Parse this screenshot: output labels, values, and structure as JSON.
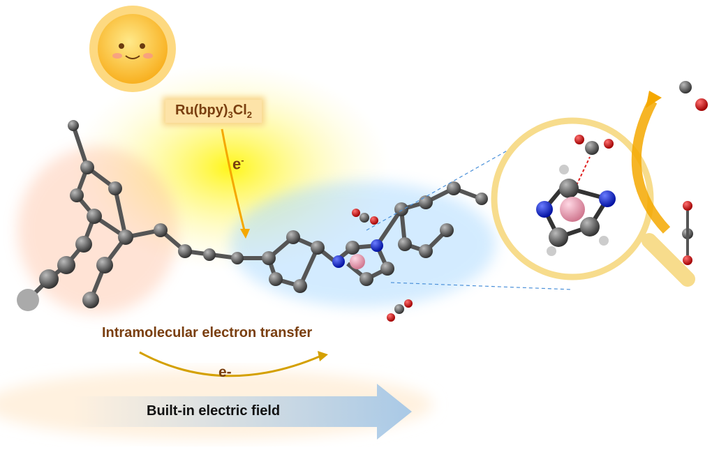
{
  "labels": {
    "catalyst_main": "Ru(bpy)",
    "catalyst_sub1": "3",
    "catalyst_mid": "Cl",
    "catalyst_sub2": "2",
    "electron_top_base": "e",
    "electron_top_sup": "-",
    "intramolecular": "Intramolecular electron transfer",
    "electron_bottom": "e-",
    "field": "Built-in electric field"
  },
  "colors": {
    "text_brown": "#7a3f10",
    "arrow_orange": "#f5a800",
    "field_arrow": "#a9c9e6",
    "carbon": "#4a4a4a",
    "nitrogen": "#1a2fd0",
    "oxygen": "#d01010",
    "metal": "#e8a0b4",
    "magnifier": "#f7dc8c"
  }
}
